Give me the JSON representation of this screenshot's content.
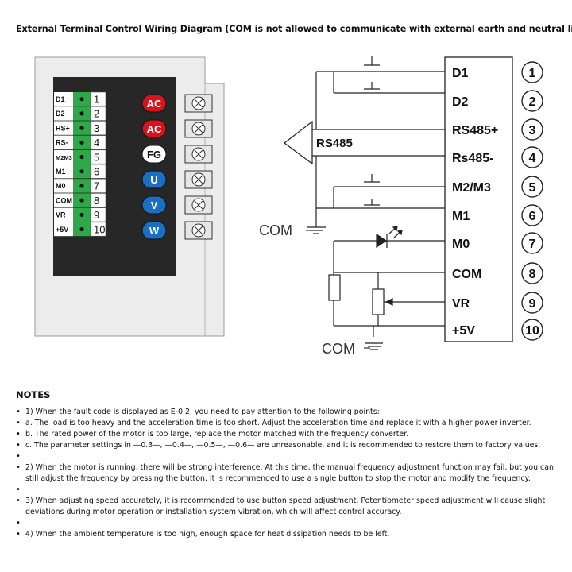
{
  "title": "External Terminal Control Wiring Diagram (COM is not allowed to communicate with external earth and neutral lines)",
  "left_panel": {
    "terminals": [
      {
        "label": "D1",
        "num": "1"
      },
      {
        "label": "D2",
        "num": "2"
      },
      {
        "label": "RS+",
        "num": "3"
      },
      {
        "label": "RS-",
        "num": "4"
      },
      {
        "label": "M2M3",
        "num": "5"
      },
      {
        "label": "M1",
        "num": "6"
      },
      {
        "label": "M0",
        "num": "7"
      },
      {
        "label": "COM",
        "num": "8"
      },
      {
        "label": "VR",
        "num": "9"
      },
      {
        "label": "+5V",
        "num": "10"
      }
    ],
    "power_badges": [
      {
        "label": "AC",
        "color": "#d7141e"
      },
      {
        "label": "AC",
        "color": "#d7141e"
      },
      {
        "label": "FG",
        "color": "#ffffff"
      },
      {
        "label": "U",
        "color": "#1a6fc4"
      },
      {
        "label": "V",
        "color": "#1a6fc4"
      },
      {
        "label": "W",
        "color": "#1a6fc4"
      }
    ]
  },
  "schematic": {
    "pins": [
      {
        "label": "D1",
        "num": "1"
      },
      {
        "label": "D2",
        "num": "2"
      },
      {
        "label": "RS485+",
        "num": "3"
      },
      {
        "label": "Rs485-",
        "num": "4"
      },
      {
        "label": "M2/M3",
        "num": "5"
      },
      {
        "label": "M1",
        "num": "6"
      },
      {
        "label": "M0",
        "num": "7"
      },
      {
        "label": "COM",
        "num": "8"
      },
      {
        "label": "VR",
        "num": "9"
      },
      {
        "label": "+5V",
        "num": "10"
      }
    ],
    "rs485_label": "RS485",
    "com_label_upper": "COM",
    "com_label_lower": "COM"
  },
  "notes": {
    "heading": "NOTES",
    "items": [
      "1) When the fault code is displayed as E-0.2, you need to pay attention to the following points:",
      "a. The load is too heavy and the acceleration time is too short. Adjust the acceleration time and replace it with a higher power inverter.",
      "b. The rated power of the motor is too large, replace the motor matched with the frequency converter.",
      "c. The parameter settings in —0.3—, —0.4—, —0.5—, —0.6— are unreasonable, and it is recommended to restore them to factory values.",
      "",
      "2) When the motor is running, there will be strong interference. At this time, the manual frequency adjustment function may fail, but you can still adjust the frequency by pressing the button. It is recommended to use a single button to stop the motor and modify the frequency.",
      "",
      "3) When adjusting speed accurately, it is recommended to use button speed adjustment. Potentiometer speed adjustment will cause slight deviations during motor operation or installation system vibration, which will affect control accuracy.",
      "",
      "4) When the ambient temperature is too high, enough space for heat dissipation needs to be left."
    ]
  }
}
